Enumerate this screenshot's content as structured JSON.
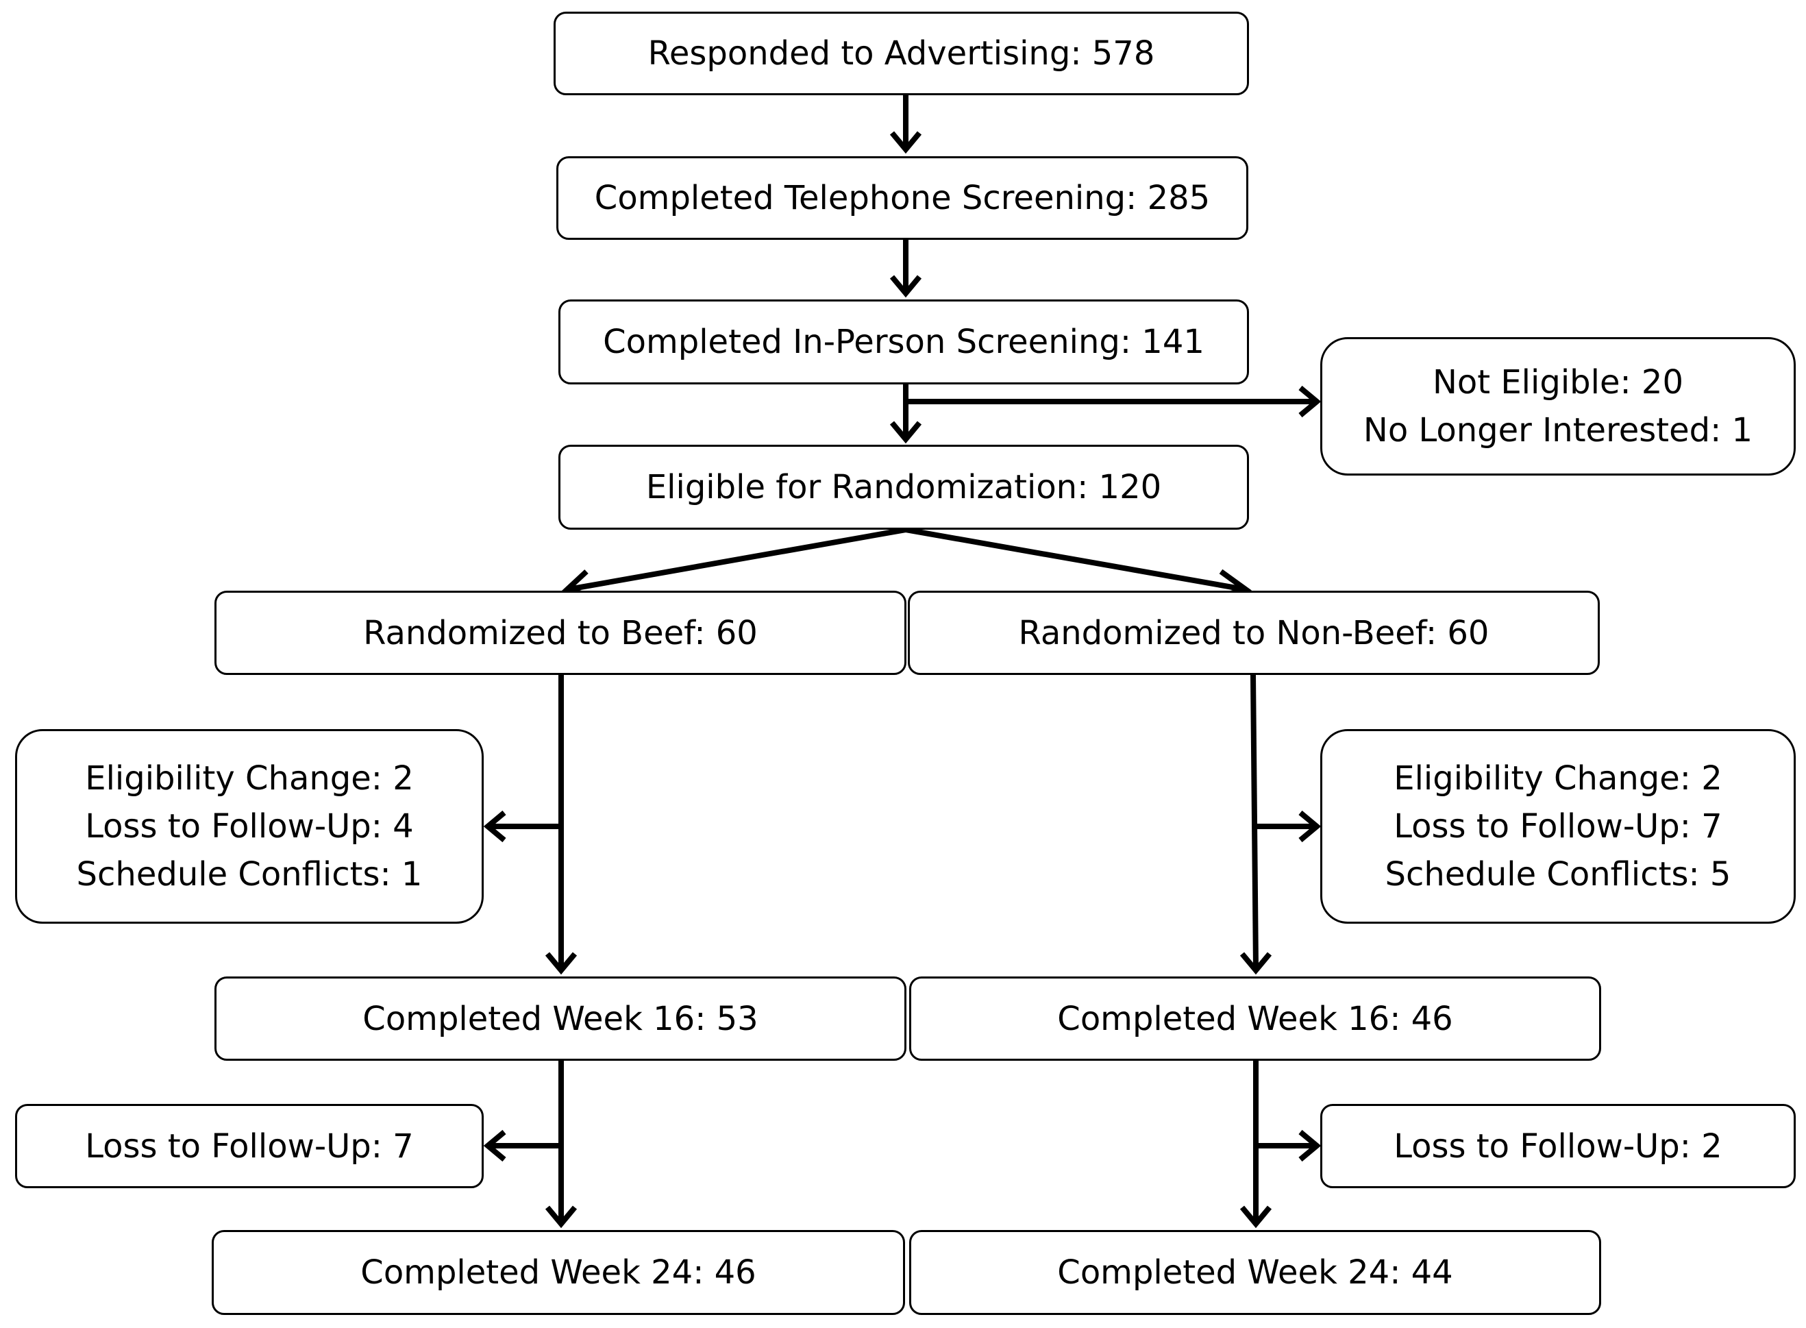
{
  "flowchart": {
    "responded": "Responded to Advertising: 578",
    "telephone": "Completed Telephone Screening: 285",
    "in_person": "Completed In-Person Screening: 141",
    "exclusion_screening": {
      "line1": "Not Eligible: 20",
      "line2": "No Longer Interested: 1"
    },
    "eligible": "Eligible for Randomization: 120",
    "beef_arm": {
      "randomized": "Randomized to Beef: 60",
      "exclusion_week16": {
        "line1": "Eligibility Change:  2",
        "line2": "Loss to Follow-Up: 4",
        "line3": "Schedule Conflicts: 1"
      },
      "week16": "Completed Week 16: 53",
      "exclusion_week24": "Loss to Follow-Up: 7",
      "week24": "Completed Week 24: 46"
    },
    "nonbeef_arm": {
      "randomized": "Randomized to Non-Beef: 60",
      "exclusion_week16": {
        "line1": "Eligibility Change: 2",
        "line2": "Loss to Follow-Up: 7",
        "line3": "Schedule Conflicts: 5"
      },
      "week16": "Completed Week 16: 46",
      "exclusion_week24": "Loss to Follow-Up: 2",
      "week24": "Completed Week 24: 44"
    }
  },
  "colors": {
    "stroke": "#000000",
    "background": "#ffffff"
  }
}
